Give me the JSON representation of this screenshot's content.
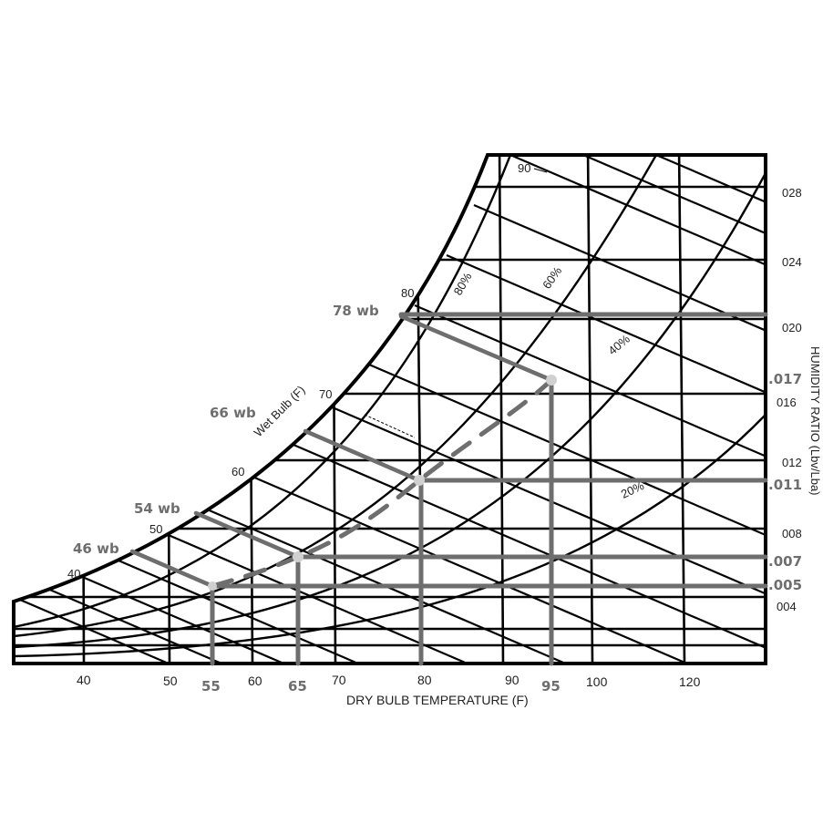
{
  "title": "Psychrometric chart",
  "x_axis": {
    "label": "DRY BULB TEMPERATURE (F)",
    "ticks": [
      "40",
      "50",
      "60",
      "70",
      "80",
      "90",
      "100",
      "120"
    ]
  },
  "y_axis": {
    "label": "HUMIDITY RATIO (Lbv/Lba)",
    "ticks": [
      "028",
      "024",
      "020",
      "016",
      "012",
      "008",
      "004"
    ]
  },
  "wet_bulb": {
    "label": "Wet Bulb (F)",
    "ticks": [
      "40",
      "50",
      "60",
      "70",
      "80",
      "90"
    ]
  },
  "rh_curves": [
    "80%",
    "60%",
    "40%",
    "20%"
  ],
  "overlay": {
    "color": "#6e6e6e",
    "point_color": "#d0d0d0",
    "wet_bulb_labels": [
      "78 wb",
      "66 wb",
      "54 wb",
      "46 wb"
    ],
    "dry_bulb_labels": [
      "55",
      "65",
      "95"
    ],
    "humidity_labels": [
      ".017",
      ".011",
      ".007",
      ".005"
    ]
  }
}
